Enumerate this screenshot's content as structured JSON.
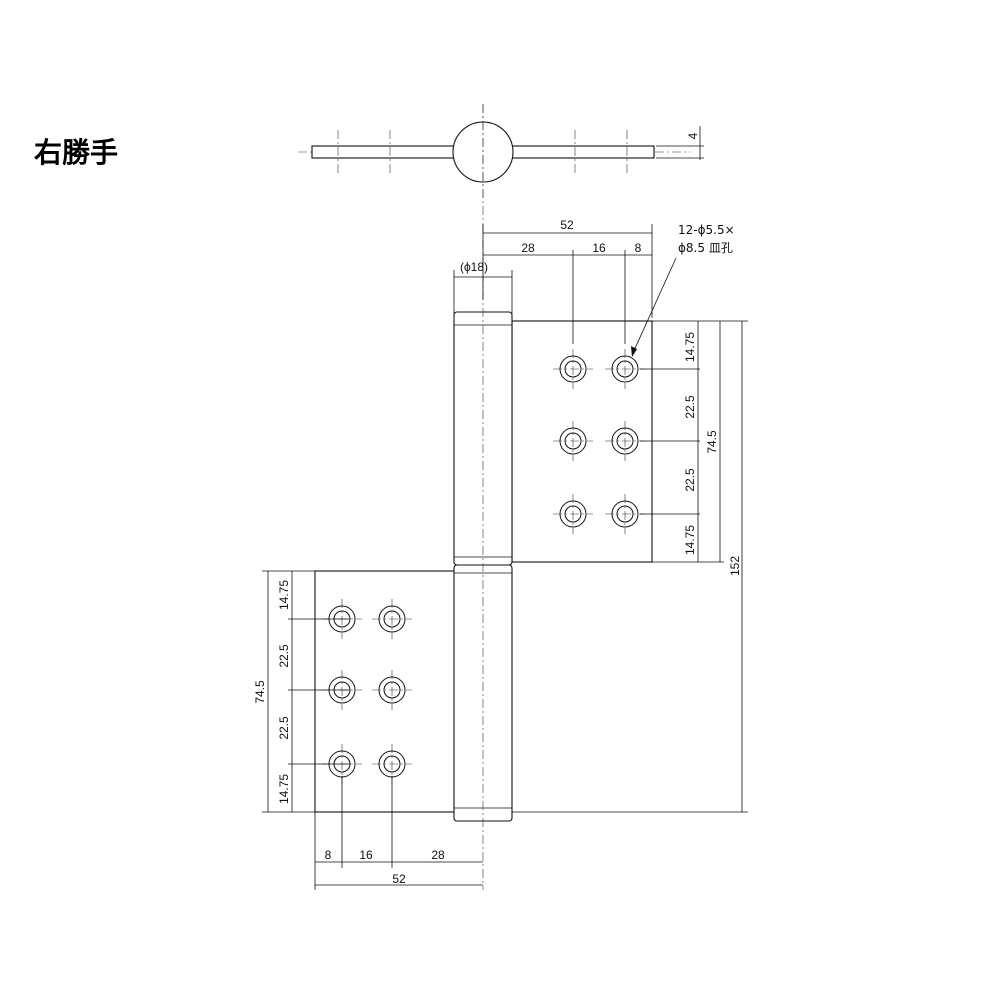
{
  "title": "右勝手",
  "thickness_dim": "4",
  "top_leaf": {
    "width_total": "52",
    "width_parts": [
      "28",
      "16",
      "8"
    ],
    "pin_diameter": "(ϕ18)",
    "hole_note_line1": "12-ϕ5.5×",
    "hole_note_line2": "ϕ8.5 皿孔",
    "height_parts": [
      "14.75",
      "22.5",
      "22.5",
      "14.75"
    ],
    "height_total": "74.5"
  },
  "overall_height": "152",
  "bottom_leaf": {
    "height_parts": [
      "14.75",
      "22.5",
      "22.5",
      "14.75"
    ],
    "height_total": "74.5",
    "width_parts": [
      "8",
      "16",
      "28"
    ],
    "width_total": "52"
  }
}
